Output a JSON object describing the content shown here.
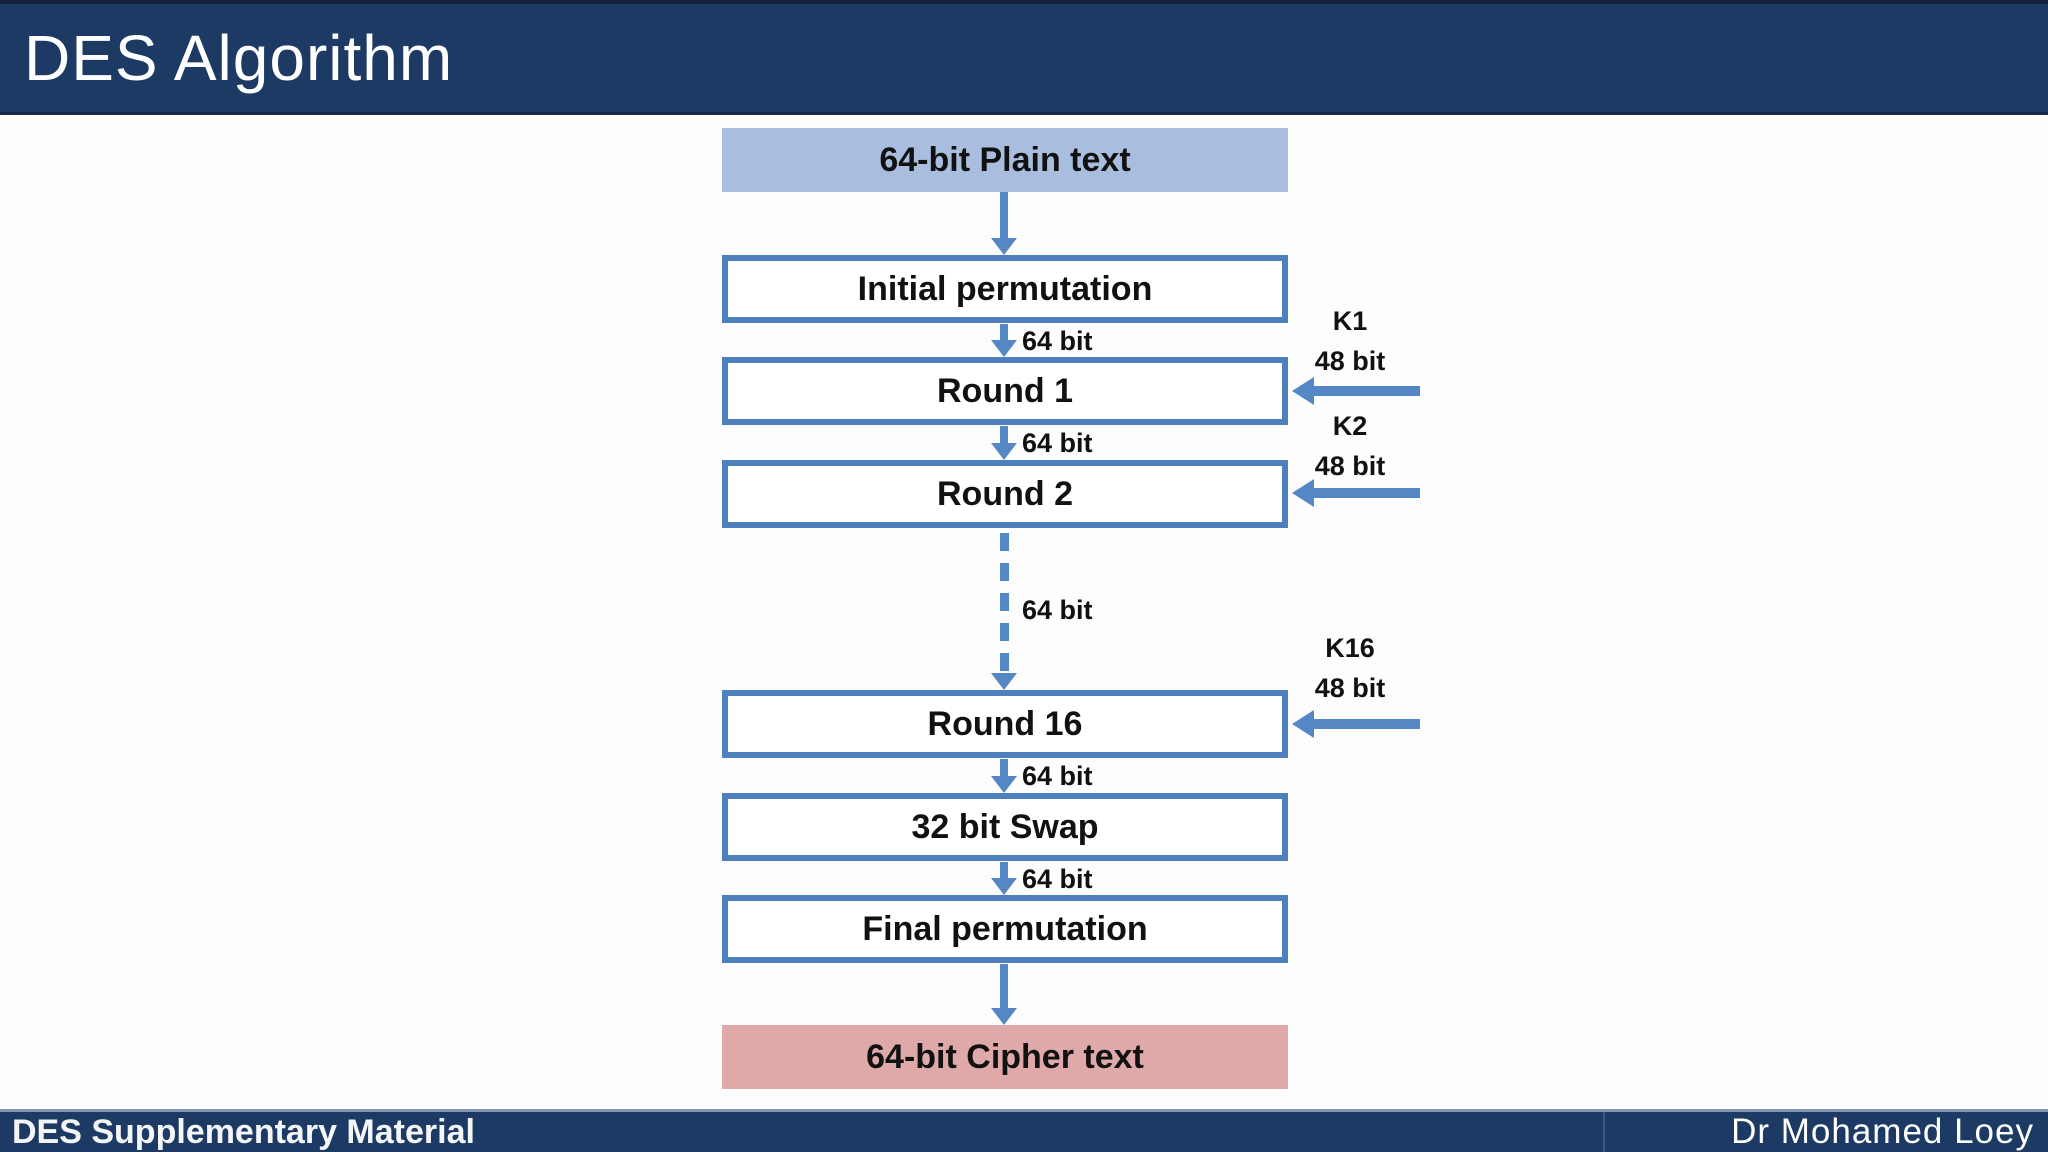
{
  "header": {
    "title": "DES Algorithm"
  },
  "footer": {
    "left": "DES Supplementary Material",
    "right": "Dr Mohamed Loey"
  },
  "colors": {
    "navy_bar": "#1d3a64",
    "box_border_blue": "#4d80bd",
    "arrow_blue": "#5587c5",
    "plain_text_fill": "#a9bedf",
    "cipher_text_fill": "#dfa9a9",
    "text_black": "#111111",
    "background": "#fdfdfd"
  },
  "flow": {
    "nodes": [
      {
        "id": "plain",
        "label": "64-bit Plain text",
        "type": "data"
      },
      {
        "id": "ip",
        "label": "Initial permutation",
        "type": "process"
      },
      {
        "id": "round1",
        "label": "Round 1",
        "type": "process"
      },
      {
        "id": "round2",
        "label": "Round 2",
        "type": "process"
      },
      {
        "id": "round16",
        "label": "Round 16",
        "type": "process"
      },
      {
        "id": "swap",
        "label": "32 bit Swap",
        "type": "process"
      },
      {
        "id": "fp",
        "label": "Final permutation",
        "type": "process"
      },
      {
        "id": "cipher",
        "label": "64-bit Cipher text",
        "type": "data"
      }
    ],
    "edge_labels": [
      "64 bit",
      "64 bit",
      "64 bit",
      "64 bit",
      "64 bit"
    ],
    "keys": [
      {
        "name": "K1",
        "bits": "48 bit"
      },
      {
        "name": "K2",
        "bits": "48 bit"
      },
      {
        "name": "K16",
        "bits": "48 bit"
      }
    ]
  }
}
